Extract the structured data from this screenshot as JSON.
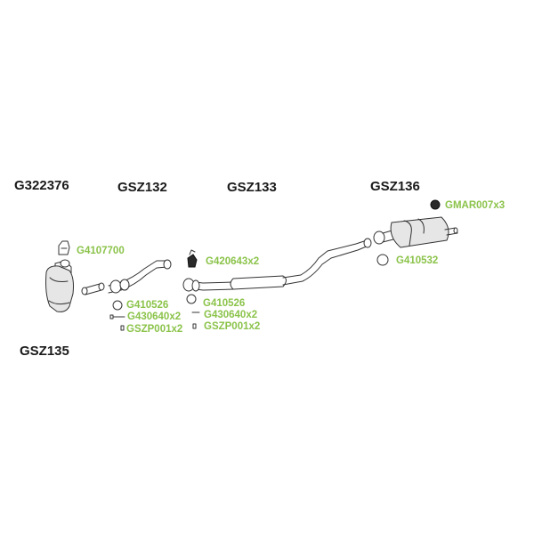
{
  "labels": {
    "g322376": "G322376",
    "gsz132": "GSZ132",
    "gsz133": "GSZ133",
    "gsz136": "GSZ136",
    "gsz135": "GSZ135"
  },
  "parts": {
    "gmar007": "GMAR007x3",
    "g4107700": "G4107700",
    "g420643": "G420643x2",
    "g410532": "G410532",
    "g410526_left": "G410526",
    "g430640_left": "G430640x2",
    "gszp001_left": "GSZP001x2",
    "g410526_right": "G410526",
    "g430640_right": "G430640x2",
    "gszp001_right": "GSZP001x2"
  },
  "colors": {
    "part_label": "#8bc34a",
    "main_label": "#1a1a1a",
    "line": "#333333"
  }
}
